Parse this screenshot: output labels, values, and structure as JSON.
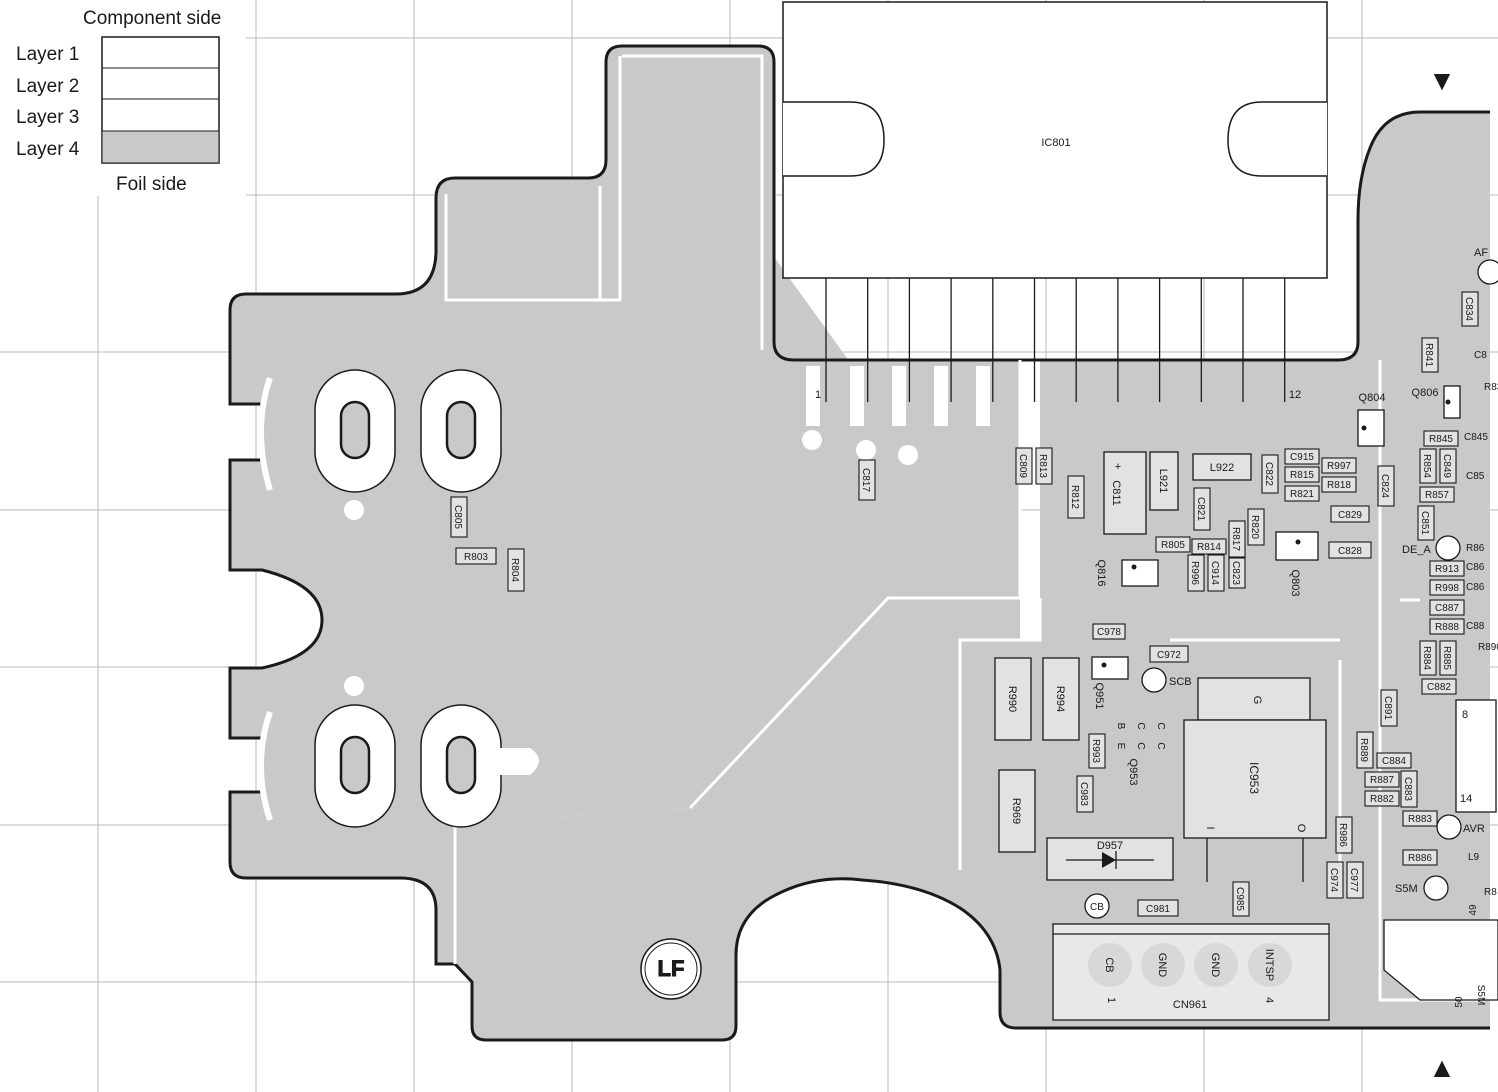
{
  "legend": {
    "top": "Component side",
    "layers": [
      "Layer 1",
      "Layer 2",
      "Layer 3",
      "Layer 4"
    ],
    "bottom": "Foil side"
  },
  "markers": {
    "top_arrow": "▼",
    "bottom_arrow": "▲"
  },
  "ic_main": {
    "ref": "IC801",
    "pin_first": "1",
    "pin_last": "12"
  },
  "ic_reg": {
    "ref": "IC953",
    "pin_g": "G",
    "pin_i": "I",
    "pin_o": "O"
  },
  "connector": {
    "ref": "CN961",
    "pins": [
      "CB",
      "GND",
      "GND",
      "INTSP"
    ],
    "pin1": "1",
    "pin4": "4"
  },
  "diode": {
    "ref": "D957"
  },
  "test_points": [
    "SCB",
    "CB",
    "DE_A",
    "AVR",
    "S5M",
    "AF"
  ],
  "transistors": [
    "Q804",
    "Q806",
    "Q816",
    "Q803",
    "Q951",
    "Q953"
  ],
  "q953_pins": [
    "B",
    "E",
    "C",
    "C",
    "C",
    "C"
  ],
  "parts": {
    "C817": "C817",
    "C805": "C805",
    "R803": "R803",
    "R804": "R804",
    "C809": "C809",
    "R813": "R813",
    "R812": "R812",
    "C811": "C811",
    "L921": "L921",
    "L922": "L922",
    "C822": "C822",
    "C821": "C821",
    "C915": "C915",
    "R815": "R815",
    "R821": "R821",
    "R997": "R997",
    "R818": "R818",
    "C824": "C824",
    "C829": "C829",
    "C828": "C828",
    "R820": "R820",
    "R817": "R817",
    "C823": "C823",
    "R805": "R805",
    "R814": "R814",
    "R996": "R996",
    "C914": "C914",
    "C978": "C978",
    "C972": "C972",
    "R990": "R990",
    "R994": "R994",
    "R993": "R993",
    "C983": "C983",
    "R969": "R969",
    "C981": "C981",
    "C985": "C985",
    "R986": "R986",
    "C974": "C974",
    "C977": "C977",
    "C891": "C891",
    "R889": "R889",
    "C884": "C884",
    "R887": "R887",
    "R882": "R882",
    "C883": "C883",
    "R883": "R883",
    "R886": "R886",
    "R841": "R841",
    "C834": "C834",
    "R845": "R845",
    "R854": "R854",
    "C849": "C849",
    "R857": "R857",
    "C851": "C851",
    "R913": "R913",
    "R998": "R998",
    "C887": "C887",
    "R888": "R888",
    "R884": "R884",
    "R885": "R885",
    "C882": "C882"
  },
  "edge_partial_labels": [
    "C8",
    "R86",
    "C86",
    "C86",
    "C88",
    "R890",
    "C85",
    "R83",
    "C845",
    "L9",
    "R8",
    "S5M"
  ],
  "ic_edge_pins": [
    "8",
    "14",
    "49",
    "50"
  ],
  "logo": "LF"
}
